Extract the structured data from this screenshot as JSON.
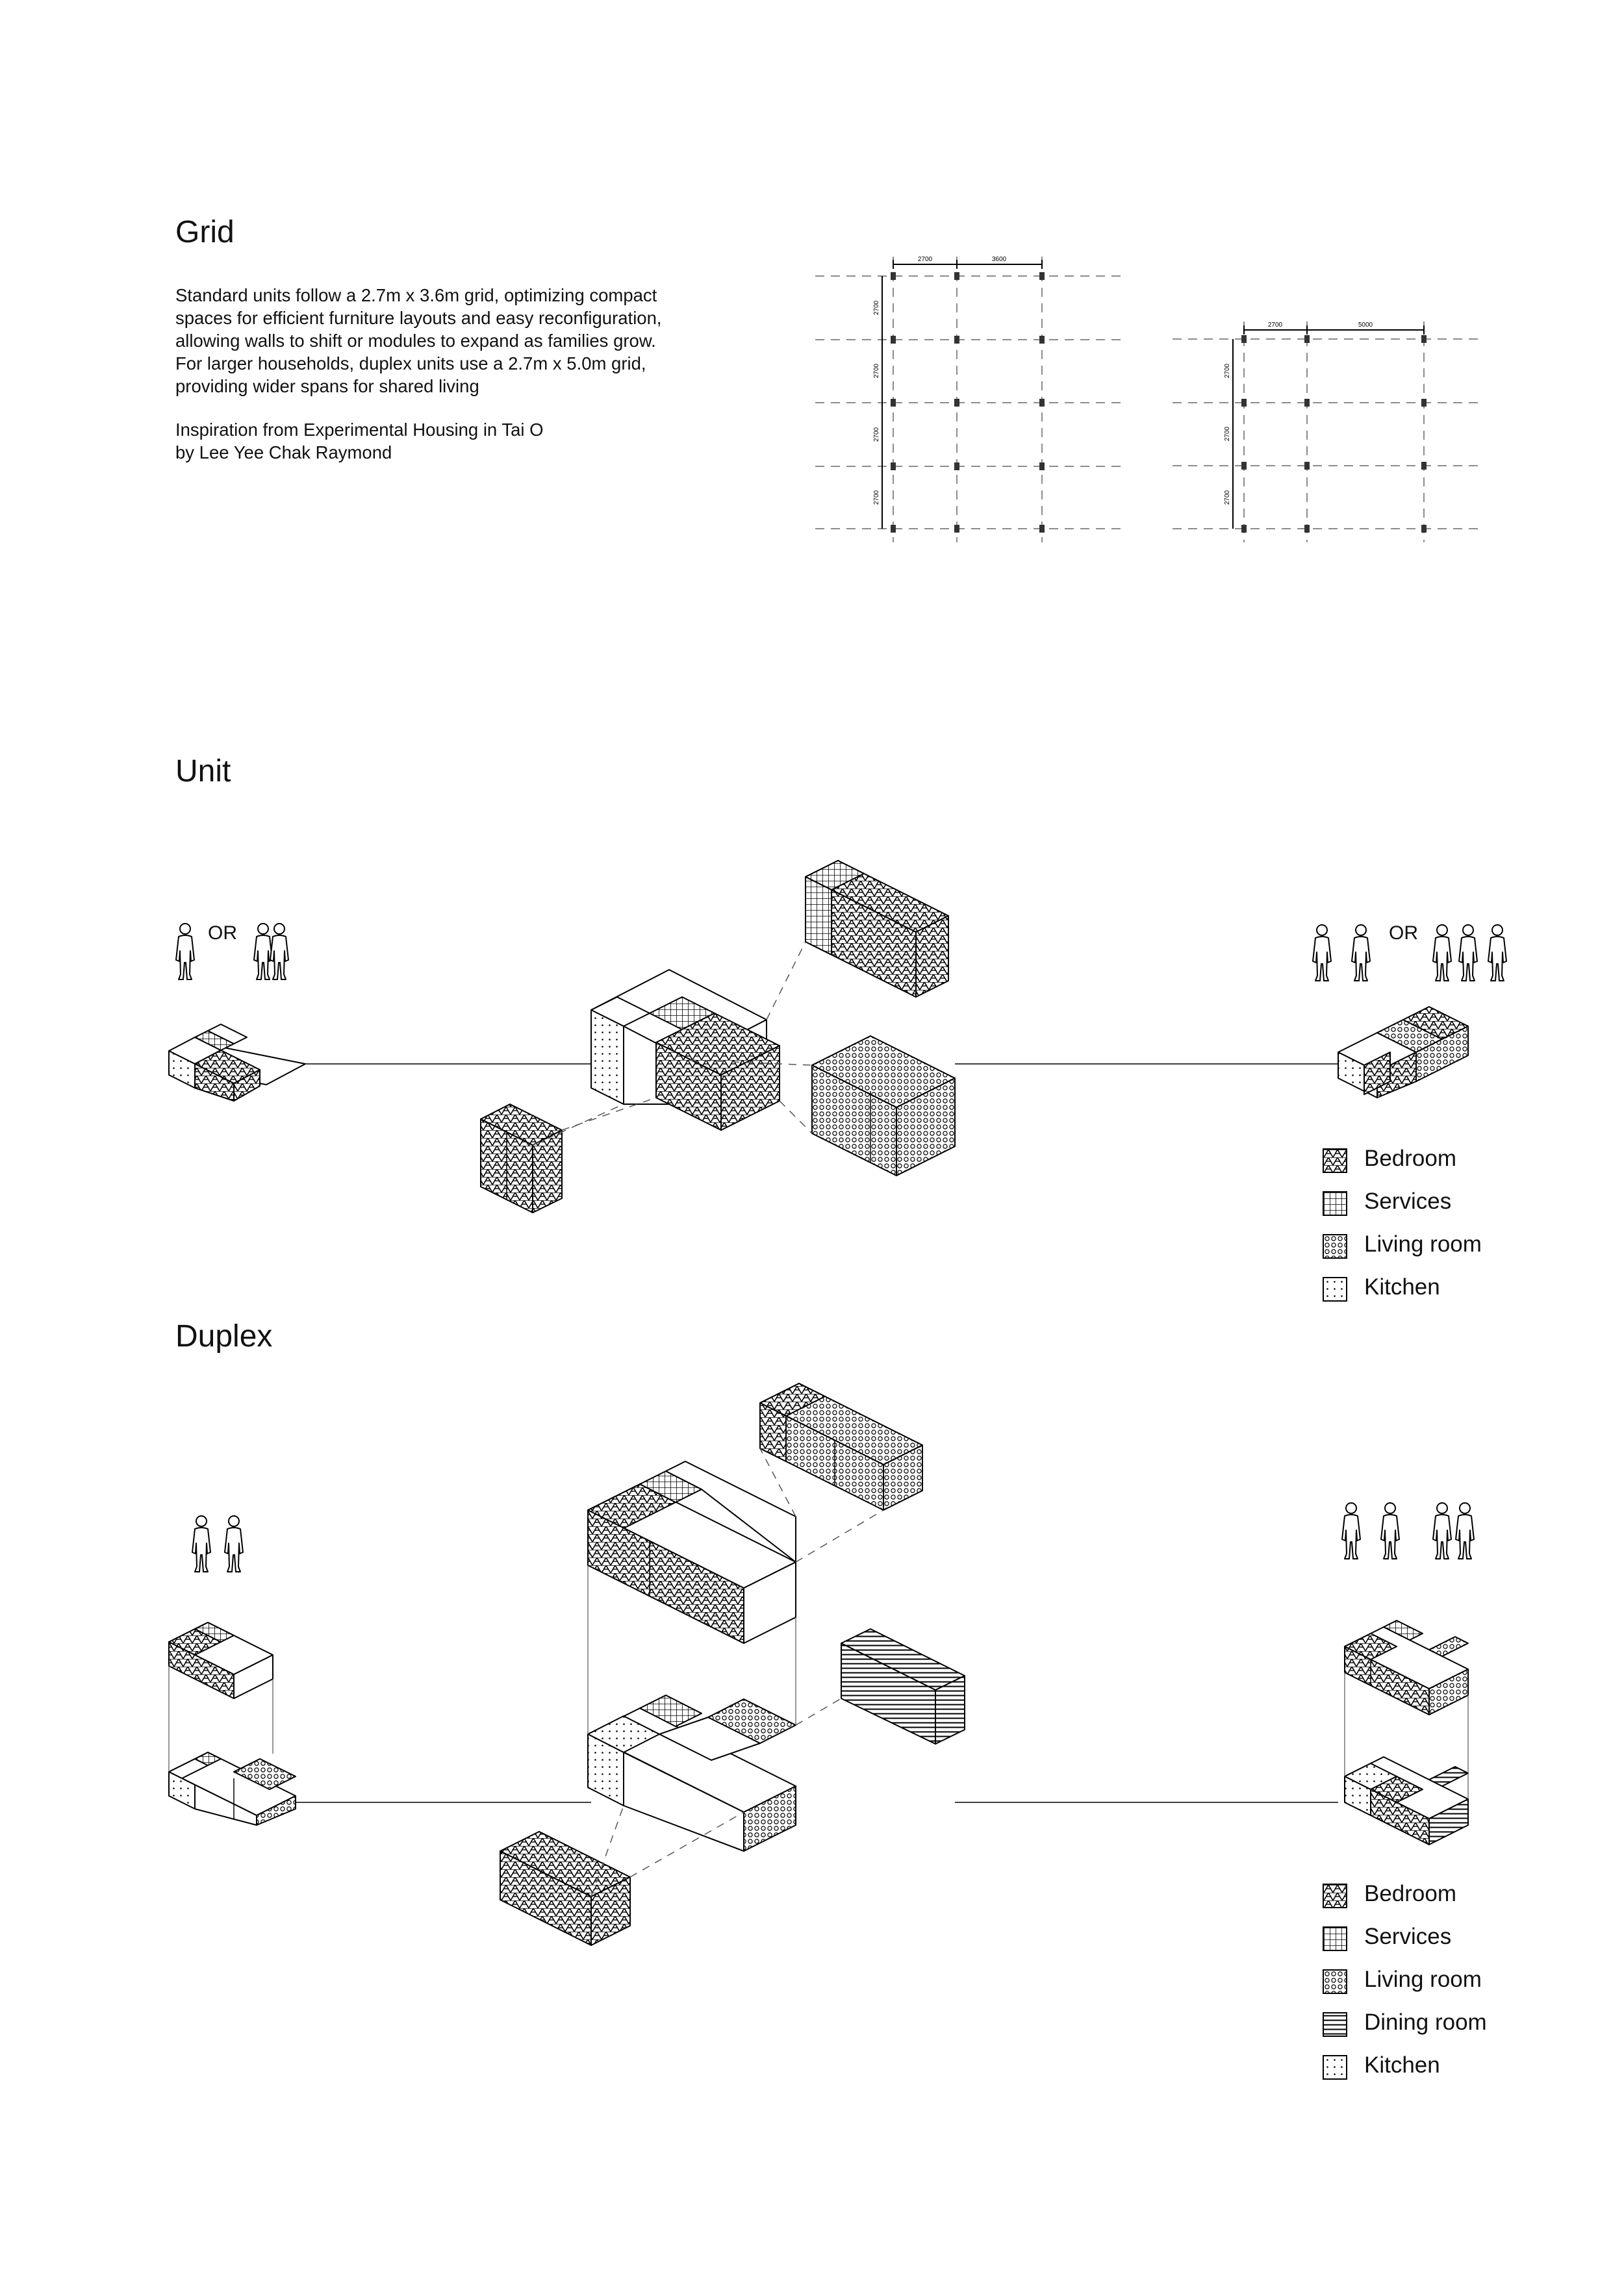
{
  "grid": {
    "title": "Grid",
    "description": "Standard units follow a 2.7m x 3.6m grid, optimizing compact\nspaces for efficient furniture layouts and easy reconfiguration,\nallowing walls to shift or modules to expand as families grow.\nFor larger households, duplex units use a 2.7m x 5.0m grid,\nproviding wider spans for shared living",
    "inspiration": "Inspiration from Experimental Housing in Tai O\nby Lee Yee Chak Raymond",
    "plan_standard": {
      "top_dims": [
        "2700",
        "3600"
      ],
      "side_dims": [
        "2700",
        "2700",
        "2700",
        "2700"
      ]
    },
    "plan_duplex": {
      "top_dims": [
        "2700",
        "5000"
      ],
      "side_dims": [
        "2700",
        "2700",
        "2700"
      ]
    }
  },
  "unit": {
    "title": "Unit",
    "or_left": "OR",
    "or_right": "OR",
    "legend": [
      {
        "label": "Bedroom",
        "pattern": "bedroom"
      },
      {
        "label": "Services",
        "pattern": "services"
      },
      {
        "label": "Living room",
        "pattern": "living"
      },
      {
        "label": "Kitchen",
        "pattern": "kitchen"
      }
    ]
  },
  "duplex": {
    "title": "Duplex",
    "legend": [
      {
        "label": "Bedroom",
        "pattern": "bedroom"
      },
      {
        "label": "Services",
        "pattern": "services"
      },
      {
        "label": "Living room",
        "pattern": "living"
      },
      {
        "label": "Dining room",
        "pattern": "dining"
      },
      {
        "label": "Kitchen",
        "pattern": "kitchen"
      }
    ]
  }
}
